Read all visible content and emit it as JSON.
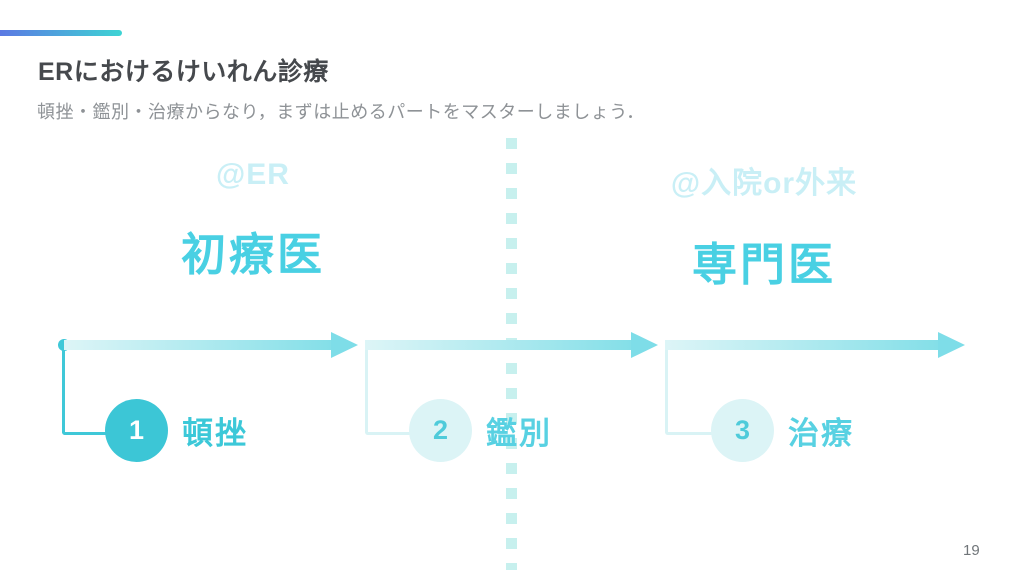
{
  "slide": {
    "title": "ERにおけるけいれん診療",
    "subtitle": "頓挫・鑑別・治療からなり，まずは止めるパートをマスターしましょう．",
    "page_number": "19"
  },
  "columns": [
    {
      "tag": "@ER",
      "role": "初療医"
    },
    {
      "tag": "@入院or外来",
      "role": "専門医"
    }
  ],
  "steps": [
    {
      "number": "1",
      "label": "頓挫"
    },
    {
      "number": "2",
      "label": "鑑別"
    },
    {
      "number": "3",
      "label": "治療"
    }
  ],
  "icons": {
    "timeline_arrows": "right-arrow-icon",
    "divider": "dotted-vertical-divider"
  },
  "colors": {
    "accent_gradient_start": "#5b79e3",
    "accent_gradient_end": "#3ed4d4",
    "teal_solid": "#3cc6d6",
    "cyan_heading": "#49d0e3",
    "pale_cyan_tag": "#c9eff6",
    "pale_circle_fill": "#dcf4f6",
    "arrow_gradient_start": "#ddf5f7",
    "arrow_gradient_end": "#84dfe8",
    "arrow_head": "#7edde8",
    "dotted_line": "#c7f0ee",
    "title_text": "#46494d",
    "subtitle_text": "#8e9296",
    "page_number_text": "#707579"
  }
}
